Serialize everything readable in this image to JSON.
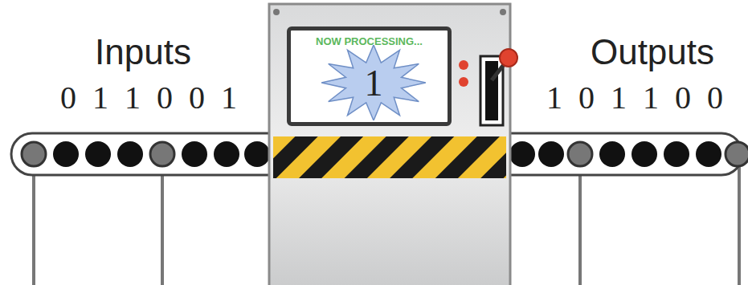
{
  "diagram": {
    "nodes": [
      {
        "text": [
          "NOW PROCESSING..."
        ]
      },
      {
        "text": [
          "1"
        ],
        "in": 0
      }
    ],
    "labels": [
      "Inputs",
      "0 1 1 0 0 1",
      "Outputs",
      "1 0 1 1 0 0"
    ]
  }
}
